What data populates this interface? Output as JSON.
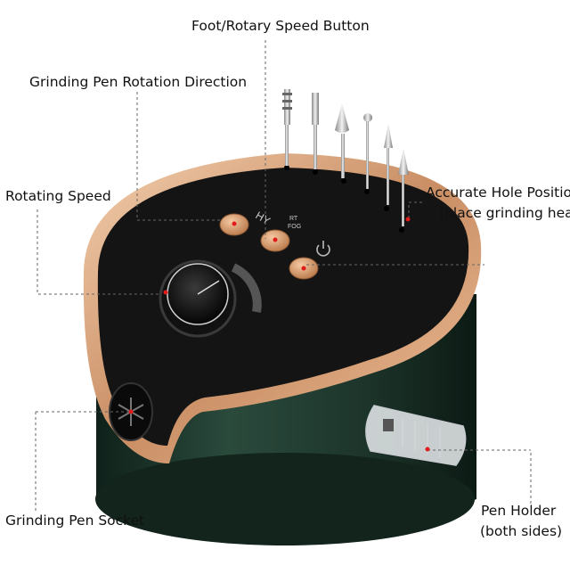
{
  "labels": {
    "foot_rotary": "Foot/Rotary Speed Button",
    "rotation_direction": "Grinding Pen Rotation Direction",
    "rotating_speed": "Rotating Speed",
    "hole_position_line1": "Accurate Hole Position",
    "hole_position_line2": "(place grinding head)",
    "pen_socket": "Grinding Pen Socket",
    "pen_holder_line1": "Pen Holder",
    "pen_holder_line2": "(both sides)"
  },
  "device_markings": {
    "hy": "HY",
    "rt": "RT",
    "fog": "FOG"
  },
  "colors": {
    "body_green": "#1f3a2f",
    "top_black": "#141414",
    "rim_gold": "#d9a27a",
    "button_copper": "#d69a6e",
    "marker_red": "#e11a1a",
    "leader_gray": "#666666"
  },
  "icons": [
    "power-icon",
    "drill-bit-icon",
    "fan-socket-icon",
    "pen-holder-cup-icon"
  ]
}
